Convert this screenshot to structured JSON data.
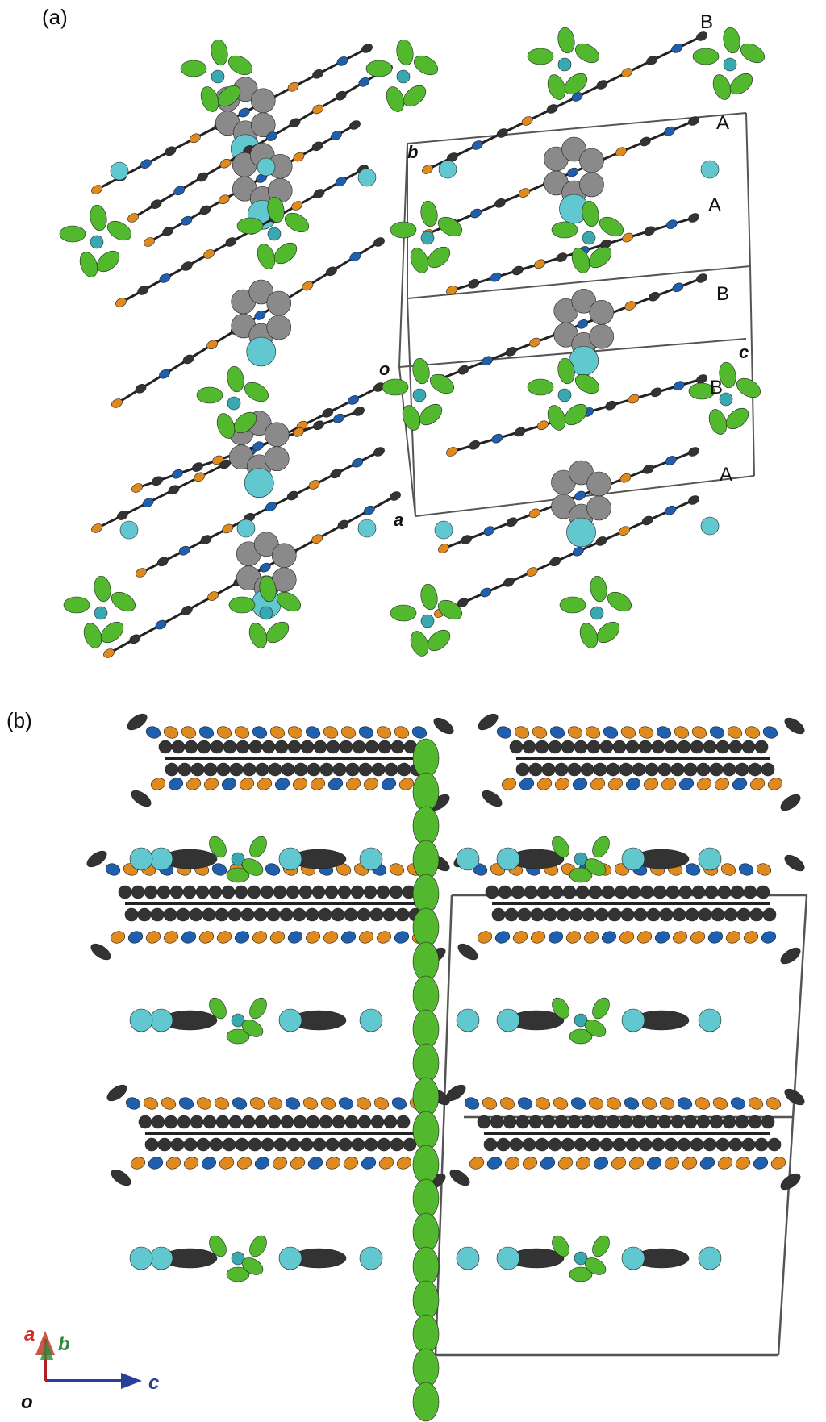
{
  "panel_a": {
    "label": "(a)",
    "layer_labels": [
      "B",
      "A",
      "A",
      "B",
      "B",
      "A"
    ],
    "axis_labels": {
      "b": "b",
      "o": "o",
      "c": "c",
      "a": "a"
    }
  },
  "panel_b": {
    "label": "(b)"
  },
  "axis_triad": {
    "a": "a",
    "b": "b",
    "c": "c",
    "o": "o"
  },
  "colors": {
    "carbon": "#333333",
    "carbon_light": "#8a8a8a",
    "hydrogen": "#d8d8d8",
    "nitrogen": "#1f5fb0",
    "sulfur": "#e08a1e",
    "fluorine": "#52b82e",
    "chlorine": "#62c8d0",
    "boron": "#3aa8b0",
    "cell_edge": "#555555",
    "axis_a": "#d4282a",
    "axis_b": "#2e8a3a",
    "axis_c": "#2a3e9a"
  }
}
